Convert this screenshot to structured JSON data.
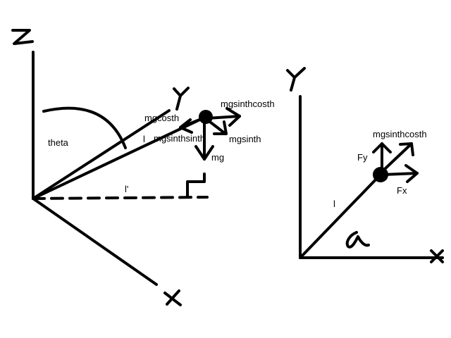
{
  "left_diagram": {
    "axis_z": "Z",
    "axis_y": "Y",
    "axis_x": "X",
    "theta_label": "theta",
    "length_label": "l",
    "projection_label": "l'",
    "force_mgcosth": "mgcosth",
    "force_mgsinthcosth": "mgsinthcosth",
    "force_mgsinthsinth": "mgsinthsinth",
    "force_mgsinth": "mgsinth",
    "force_mg": "mg"
  },
  "right_diagram": {
    "axis_y": "Y",
    "axis_x": "X",
    "length_label": "l",
    "angle_label": "α",
    "force_mgsinthcosth": "mgsinthcosth",
    "force_fy": "Fy",
    "force_fx": "Fx"
  }
}
